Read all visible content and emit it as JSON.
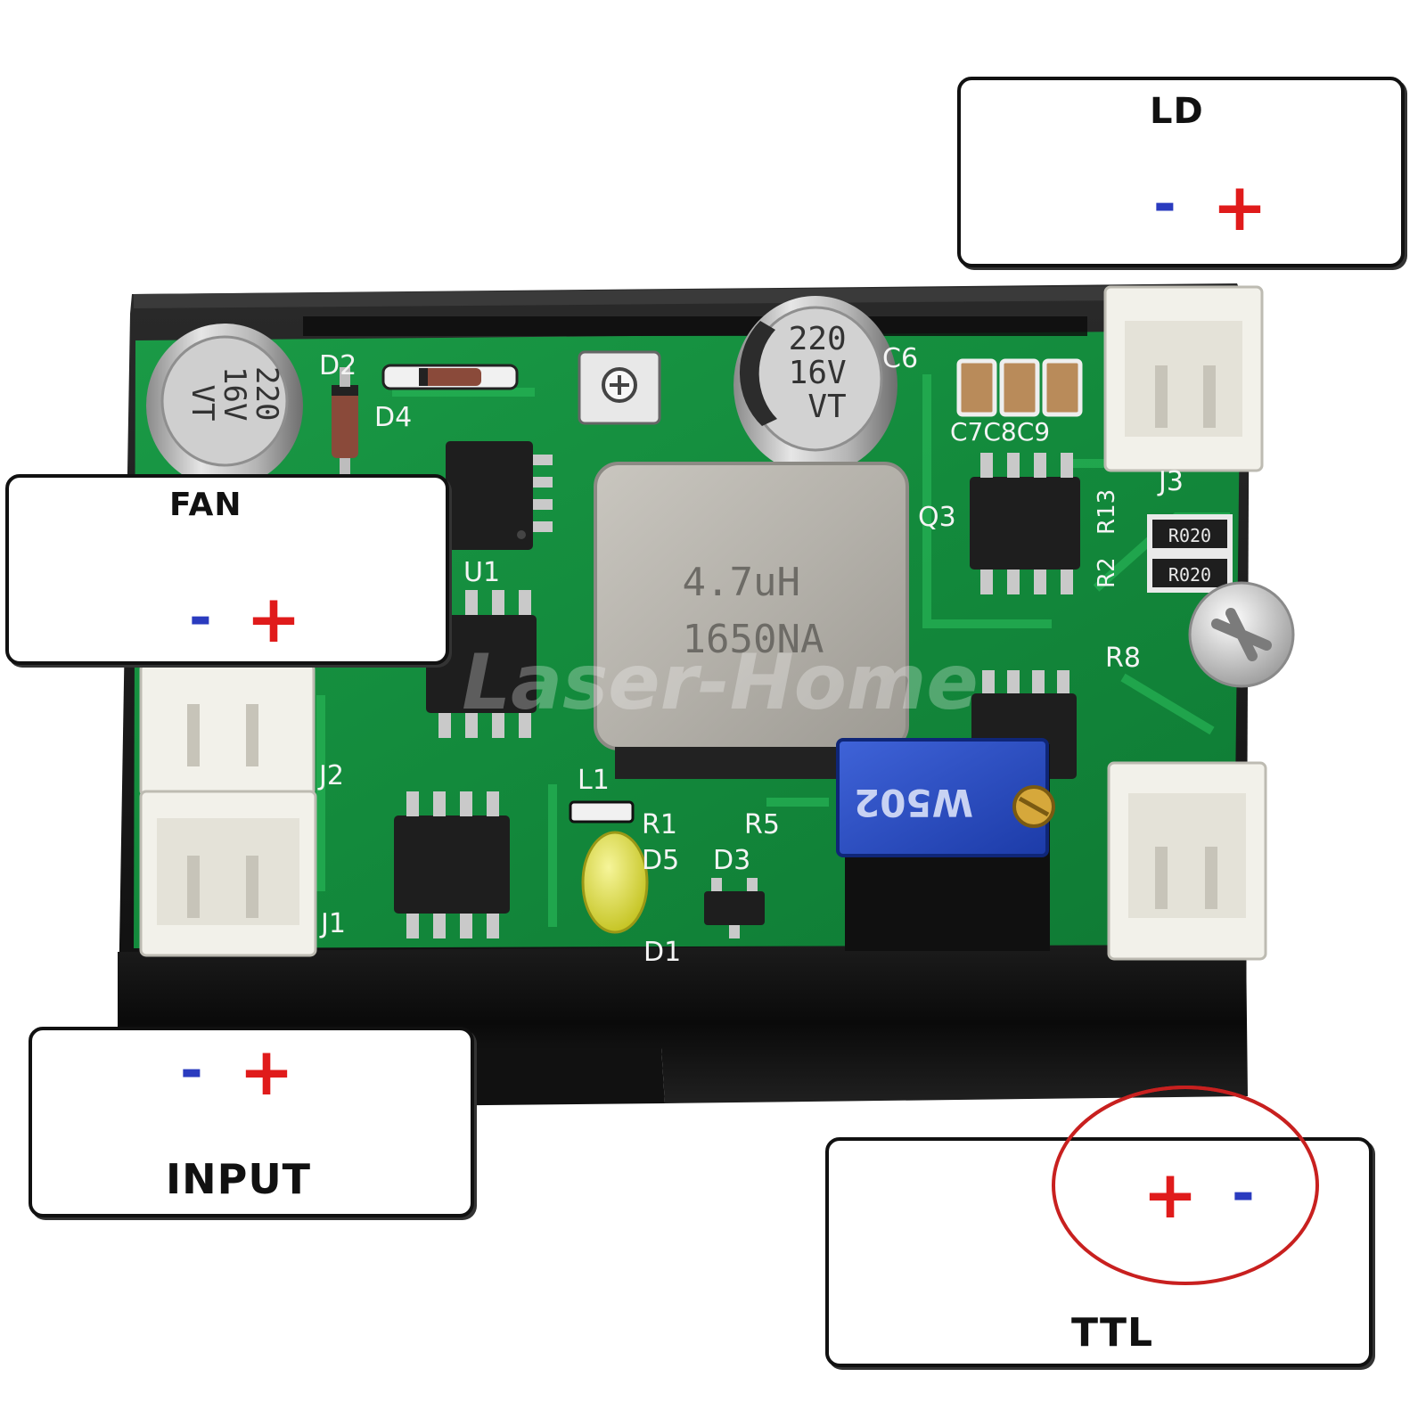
{
  "board": {
    "inductor": [
      "4.7uH",
      "1650NA"
    ],
    "capacitor_left": [
      "220",
      "16V",
      "VT"
    ],
    "capacitor_center": [
      "220",
      "16V",
      "VT"
    ],
    "trimmer_label": "W502",
    "resistor_marks": [
      "R020",
      "R020"
    ],
    "designators": [
      "D2",
      "D4",
      "U1",
      "C6",
      "C7C8C9",
      "Q3",
      "R13",
      "R2",
      "R8",
      "J3",
      "J2",
      "J1",
      "L1",
      "R1",
      "R5",
      "D5",
      "D3",
      "D1"
    ],
    "watermark": "Laser-Home",
    "colors": {
      "pcb": "#138a3c",
      "heatsink": "#151515",
      "connector": "#f2f1ea"
    }
  },
  "callouts": {
    "ld": {
      "label": "LD",
      "signs": [
        "-",
        "+"
      ]
    },
    "fan": {
      "label": "FAN",
      "signs": [
        "-",
        "+"
      ]
    },
    "input": {
      "label": "INPUT",
      "signs": [
        "-",
        "+"
      ]
    },
    "ttl": {
      "label": "TTL",
      "signs": [
        "+",
        "-"
      ]
    }
  },
  "highlight": {
    "target": "ttl",
    "color": "#c8201f"
  },
  "colors": {
    "minus": "#2a3bbf",
    "plus": "#e01b1b",
    "frame": "#111111"
  }
}
